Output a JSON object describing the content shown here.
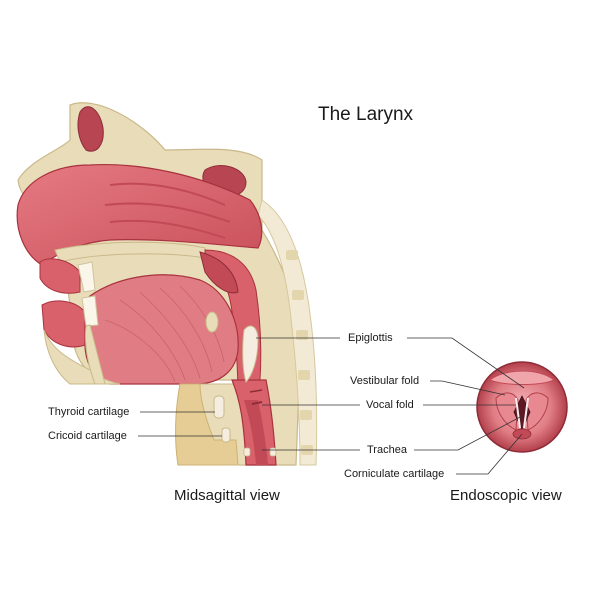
{
  "title": "The Larynx",
  "labels": {
    "epiglottis": "Epiglottis",
    "vestibular_fold": "Vestibular fold",
    "vocal_fold": "Vocal fold",
    "thyroid_cartilage": "Thyroid cartilage",
    "cricoid_cartilage": "Cricoid cartilage",
    "trachea": "Trachea",
    "corniculate_cartilage": "Corniculate cartilage"
  },
  "views": {
    "midsagittal": "Midsagittal view",
    "endoscopic": "Endoscopic view"
  },
  "colors": {
    "tissue": "#d9616b",
    "tissue_light": "#ec9aa0",
    "tissue_dark": "#a8323e",
    "bone": "#e9dcb8",
    "bone_edge": "#c9b88a",
    "cartilage": "#f5ede0",
    "trachea_bone": "#e6cd95",
    "leader": "#333333"
  }
}
